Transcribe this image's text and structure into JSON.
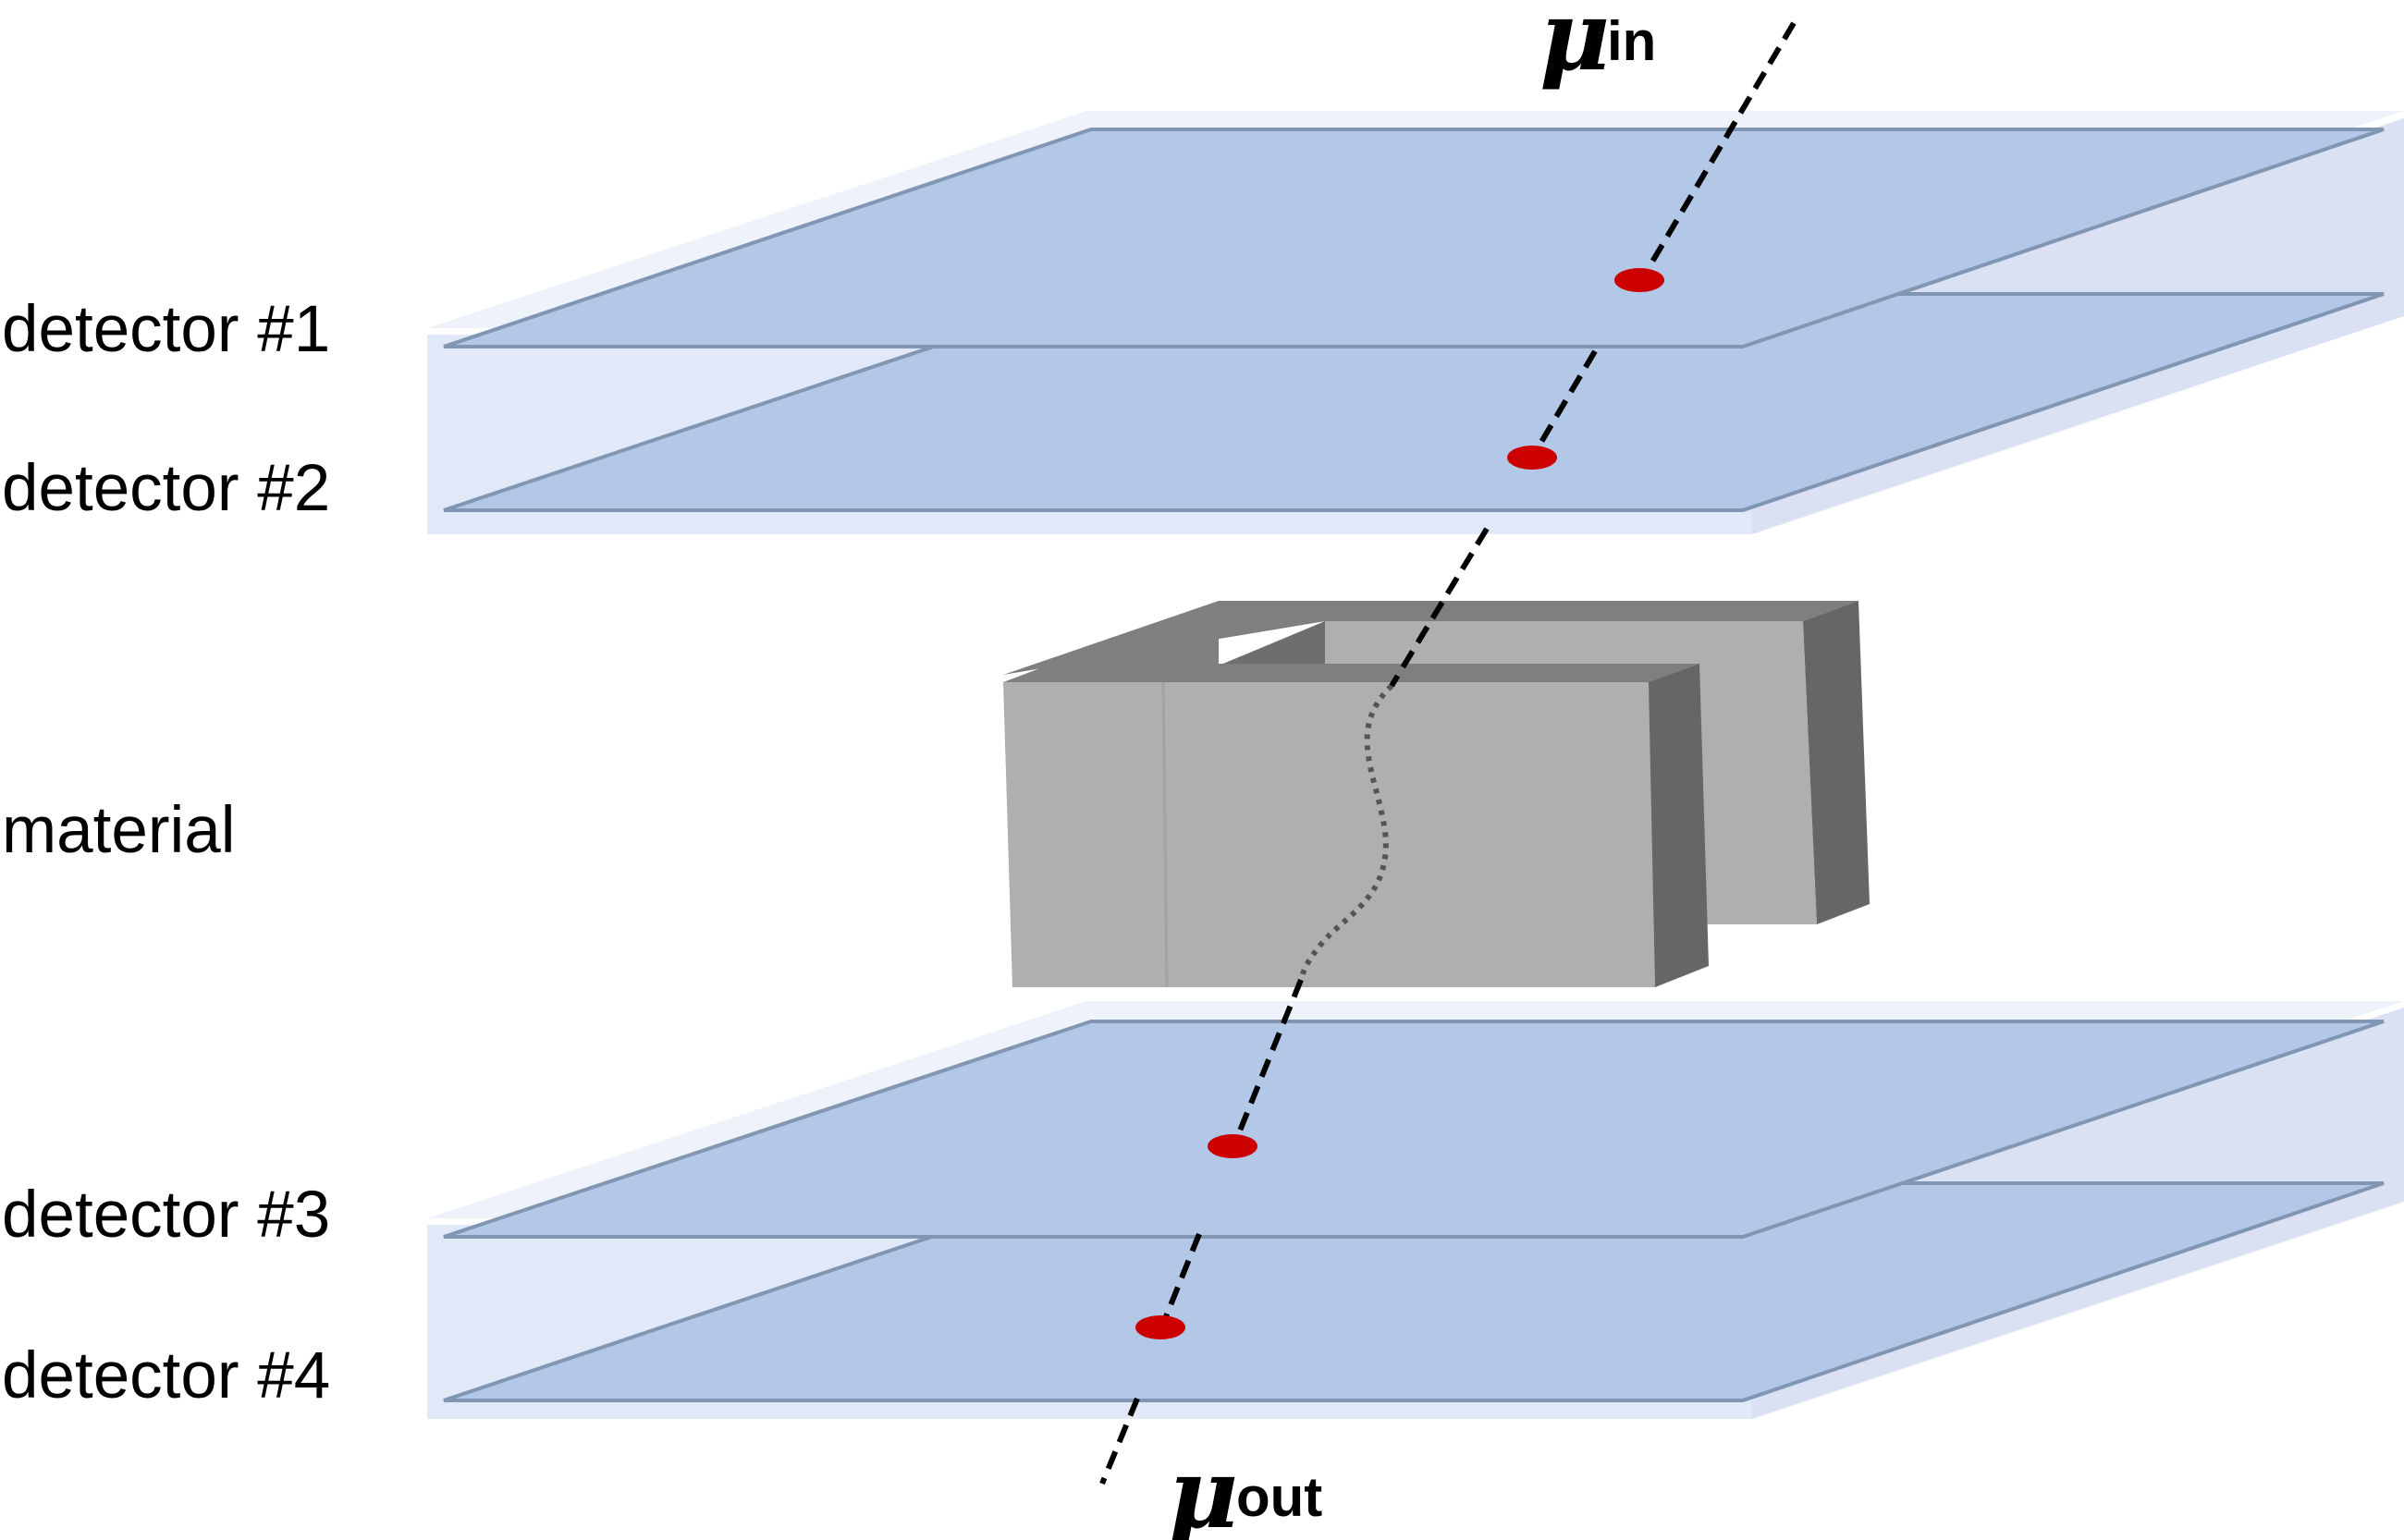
{
  "labels": {
    "detector1": "detector #1",
    "detector2": "detector #2",
    "material": "material",
    "detector3": "detector #3",
    "detector4": "detector #4"
  },
  "muon_in": {
    "symbol": "μ",
    "subscript": "in"
  },
  "muon_out": {
    "symbol": "μ",
    "subscript": "out"
  },
  "colors": {
    "detector_plane": "#b3c7e6",
    "detector_edge": "#8096b3",
    "detector_box": "#e1e8f7",
    "hit_point": "#cc0000",
    "material_front": "#afafaf",
    "material_top": "#7f7f7f",
    "material_side": "#666666",
    "muon_track": "#000000"
  }
}
